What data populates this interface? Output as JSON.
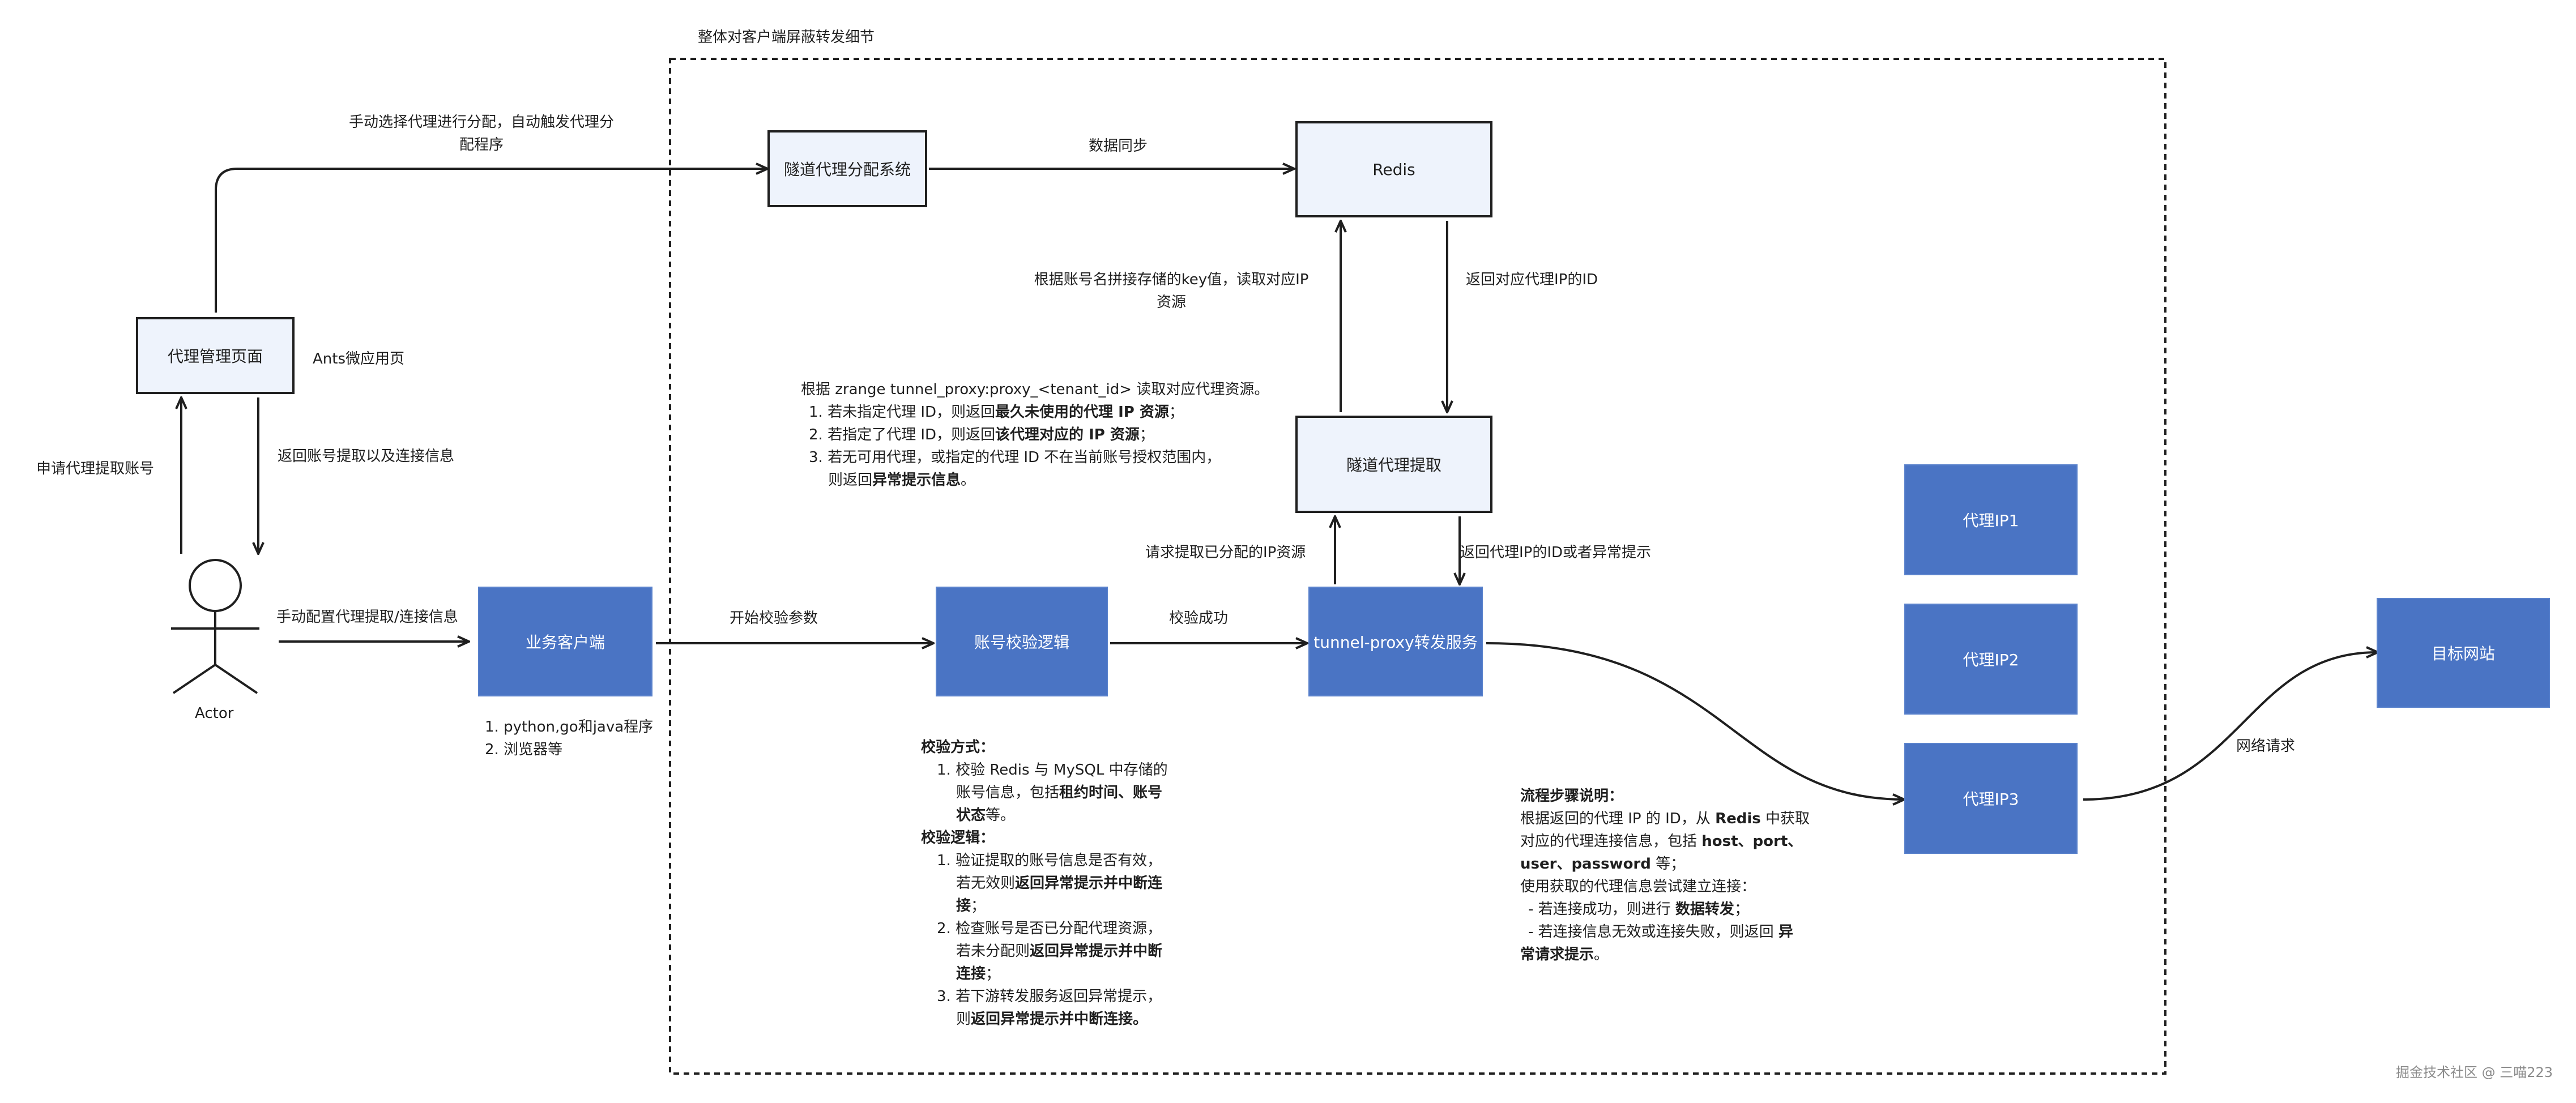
{
  "region_title": "整体对客户端屏蔽转发细节",
  "nodes": {
    "proxy_mgmt": "代理管理页面",
    "allocation": "隧道代理分配系统",
    "redis": "Redis",
    "extract": "隧道代理提取",
    "client": "业务客户端",
    "verify": "账号校验逻辑",
    "forward": "tunnel-proxy转发服务",
    "ip1": "代理IP1",
    "ip2": "代理IP2",
    "ip3": "代理IP3",
    "target": "目标网站"
  },
  "actor_label": "Actor",
  "edges": {
    "manual_assign_1": "手动选择代理进行分配，自动触发代理分",
    "manual_assign_2": "配程序",
    "data_sync": "数据同步",
    "read_key_1": "根据账号名拼接存储的key值，读取对应IP",
    "read_key_2": "资源",
    "return_ip_id": "返回对应代理IP的ID",
    "ants_app": "Ants微应用页",
    "apply_account": "申请代理提取账号",
    "return_account": "返回账号提取以及连接信息",
    "manual_config": "手动配置代理提取/连接信息",
    "start_verify": "开始校验参数",
    "verify_ok": "校验成功",
    "request_ip": "请求提取已分配的IP资源",
    "return_ip_or_err": "返回代理IP的ID或者异常提示",
    "network_request": "网络请求"
  },
  "notes": {
    "zrange": {
      "line0": "根据 zrange tunnel_proxy:proxy_<tenant_id> 读取对应代理资源。",
      "l1a": "1. 若未指定代理 ID，则返回",
      "l1b": "最久未使用的代理 IP 资源",
      "l1c": "；",
      "l2a": "2. 若指定了代理 ID，则返回",
      "l2b": "该代理对应的 IP 资源",
      "l2c": "；",
      "l3": "3. 若无可用代理，或指定的代理 ID 不在当前账号授权范围内，",
      "l4a": "则返回",
      "l4b": "异常提示信息",
      "l4c": "。"
    },
    "client": {
      "l1": "1. python,go和java程序",
      "l2": "2. 浏览器等"
    },
    "verify": {
      "method_title": "校验方式：",
      "m1": "1. 校验 Redis 与 MySQL 中存储的",
      "m2a": "账号信息，包括",
      "m2b": "租约时间、账号",
      "m3a": "状态",
      "m3b": "等。",
      "logic_title": "校验逻辑：",
      "g1": "1. 验证提取的账号信息是否有效，",
      "g2a": "若无效则",
      "g2b": "返回异常提示并中断连",
      "g3a": "接",
      "g3b": "；",
      "g4": "2. 检查账号是否已分配代理资源，",
      "g5a": "若未分配则",
      "g5b": "返回异常提示并中断",
      "g6a": "连接",
      "g6b": "；",
      "g7": "3. 若下游转发服务返回异常提示，",
      "g8a": "则",
      "g8b": "返回异常提示并中断连接。"
    },
    "flow": {
      "title": "流程步骤说明：",
      "f1a": "根据返回的代理 IP 的 ID，从 ",
      "f1b": "Redis",
      "f1c": " 中获取",
      "f2a": "对应的代理连接信息，包括 ",
      "f2b": "host、port、",
      "f3a": "user、password",
      "f3b": " 等；",
      "f4": "使用获取的代理信息尝试建立连接：",
      "f5a": "- 若连接成功，则进行 ",
      "f5b": "数据转发",
      "f5c": "；",
      "f6a": "- 若连接信息无效或连接失败，则返回 ",
      "f6b": "异",
      "f7a": "常请求提示",
      "f7b": "。"
    }
  },
  "watermark": "掘金技术社区 @ 三喵223"
}
